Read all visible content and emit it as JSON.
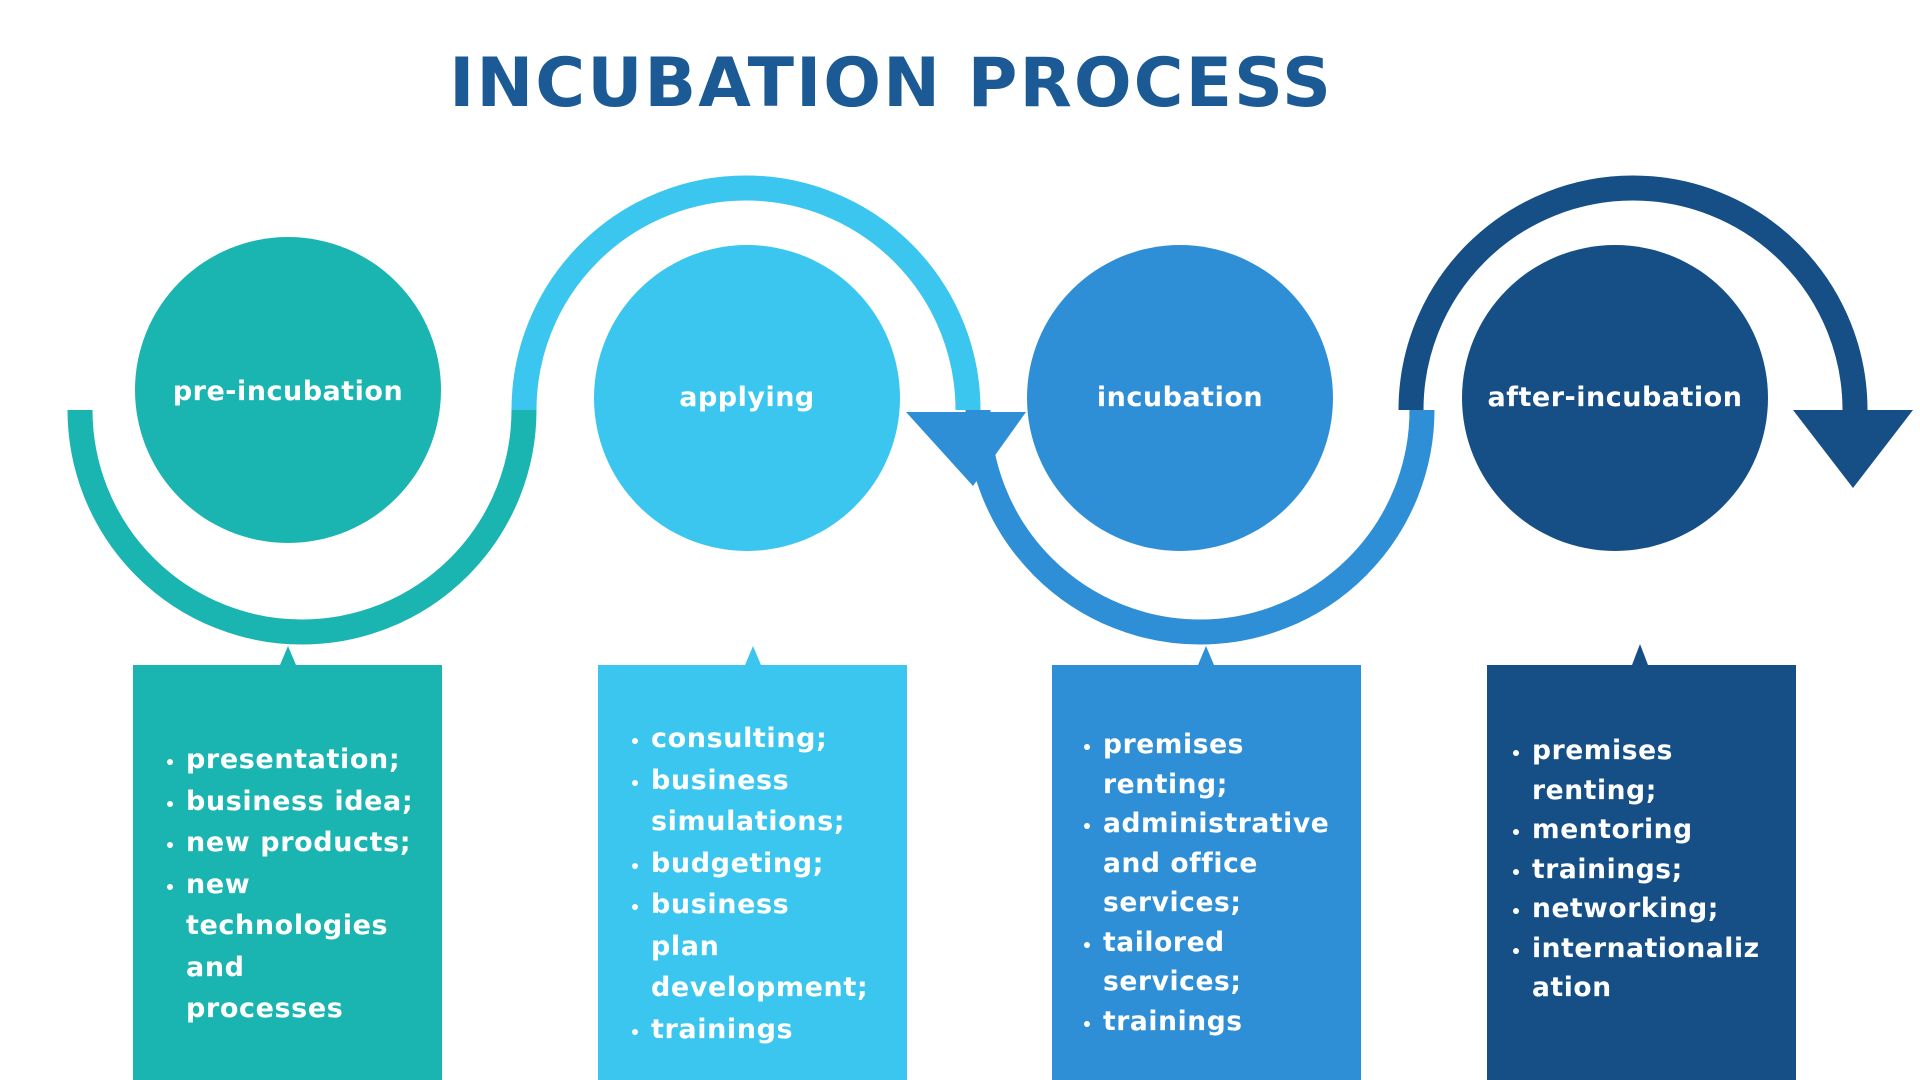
{
  "title": "INCUBATION PROCESS",
  "colors": {
    "teal": "#1ab4b1",
    "sky": "#3ac6ef",
    "blue": "#2f8fd6",
    "navy": "#154f86",
    "title": "#1b5a94",
    "text_on_shape": "#ffffff"
  },
  "stages": [
    {
      "name": "pre-incubation",
      "color": "#1ab4b1",
      "items": [
        "presentation;",
        "business idea;",
        "new products;",
        "new technologies and processes"
      ]
    },
    {
      "name": "applying",
      "color": "#3ac6ef",
      "items": [
        "consulting;",
        "business simulations;",
        "budgeting;",
        "business plan development;",
        "trainings"
      ]
    },
    {
      "name": "incubation",
      "color": "#2f8fd6",
      "items": [
        "premises renting;",
        "administrative and office services;",
        "tailored services;",
        "trainings"
      ]
    },
    {
      "name": "after-incubation",
      "color": "#154f86",
      "items": [
        "premises renting;",
        "mentoring",
        "trainings;",
        "networking;",
        "internationalization"
      ]
    }
  ]
}
